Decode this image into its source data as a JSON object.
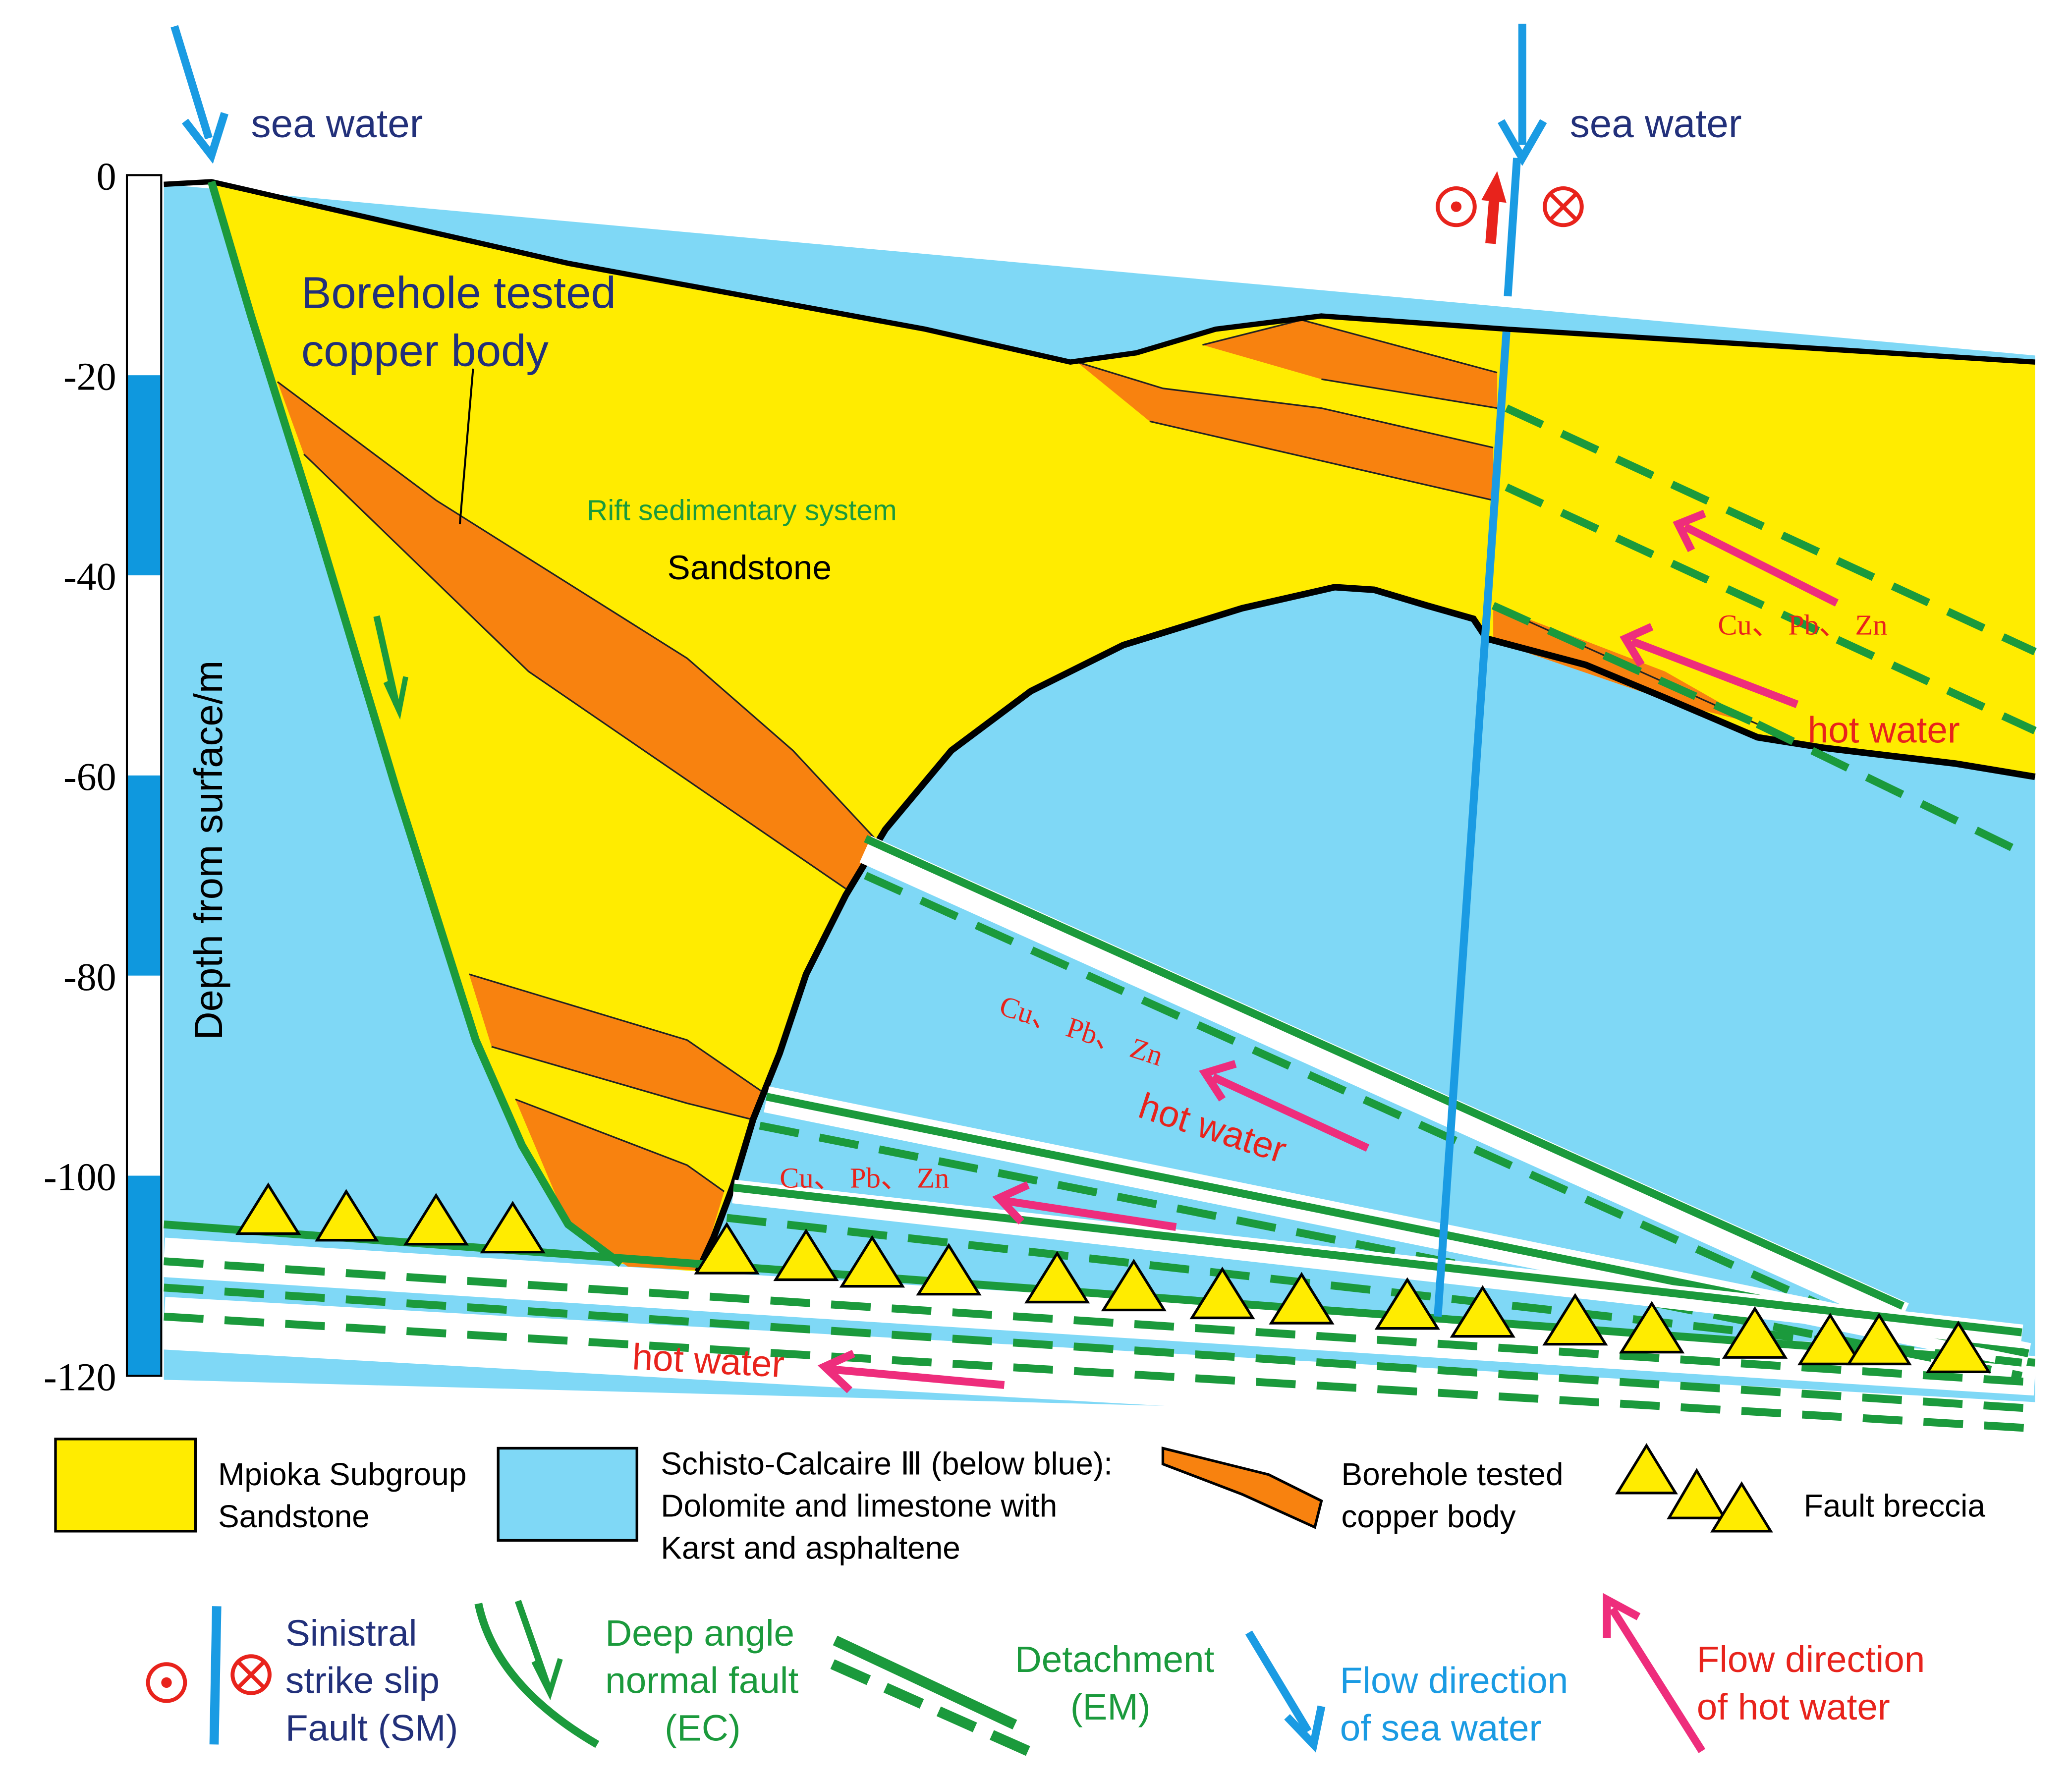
{
  "sea_water_labels": [
    "sea water",
    "sea water"
  ],
  "depth_axis": {
    "title": "Depth from surface/m",
    "ticks": [
      "0",
      "-20",
      "-40",
      "-60",
      "-80",
      "-100",
      "-120"
    ]
  },
  "section_labels": {
    "copper_body_callout": [
      "Borehole tested",
      "copper body"
    ],
    "rift_system": "Rift sedimentary system",
    "sandstone": "Sandstone"
  },
  "flow_labels": {
    "metals": "Cu, Pb, Zn",
    "metals_upper": "Cu、 Pb、 Zn",
    "metals_mid": "Cu、 Pb、 Zn",
    "metals_low": "Cu、 Pb、 Zn",
    "hot_water": "hot water"
  },
  "legend": {
    "row1": {
      "sandstone": [
        "Mpioka Subgroup",
        "Sandstone"
      ],
      "carbonate": [
        "Schisto-Calcaire Ⅲ (below blue):",
        "Dolomite and limestone with",
        "Karst and asphaltene"
      ],
      "copper": [
        "Borehole tested",
        "copper body"
      ],
      "breccia": "Fault breccia"
    },
    "row2": {
      "strike_slip": [
        "Sinistral",
        "strike slip",
        "Fault (SM)"
      ],
      "normal_fault": [
        "Deep angle",
        "normal fault",
        "(EC)"
      ],
      "detachment": [
        "Detachment",
        "(EM)"
      ],
      "sea_flow": [
        "Flow direction",
        "of sea water"
      ],
      "hot_flow": [
        "Flow direction",
        "of hot water"
      ]
    }
  },
  "colors": {
    "sandstone": "#ffec00",
    "carbonate": "#7fd8f6",
    "copper": "#f8820f",
    "fault_green": "#1b9a3c",
    "sea_blue": "#1a9be3",
    "hot_pink": "#ee2d7c",
    "red_text": "#e8231c",
    "navy_text": "#22307a",
    "breccia": "#ffec00"
  }
}
